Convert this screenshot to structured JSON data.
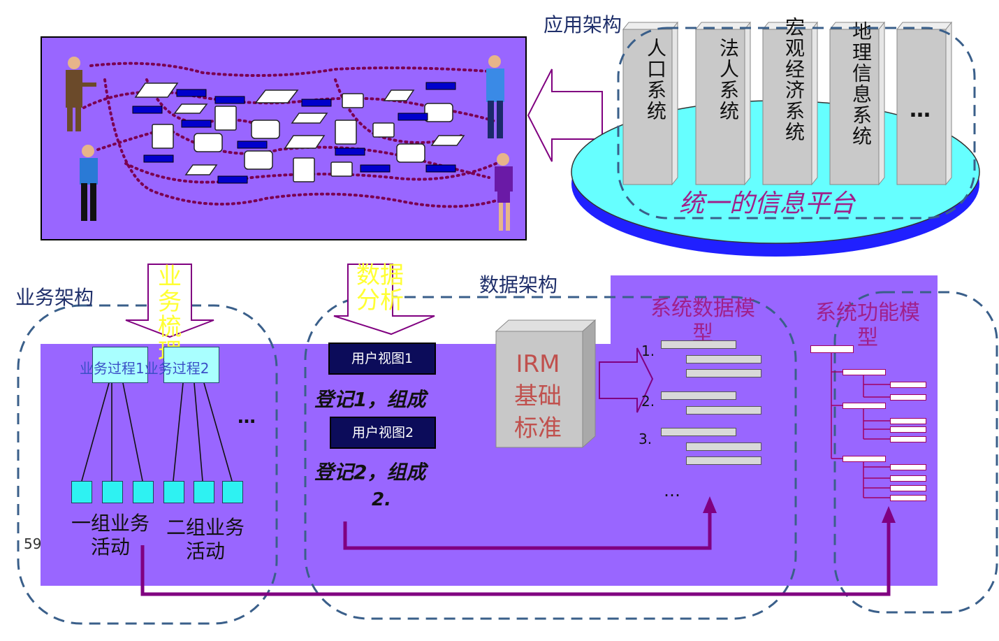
{
  "app_arch": {
    "title": "应用架构",
    "platform_label": "统一的信息平台",
    "systems": [
      "人口系统",
      "法人系统",
      "宏观经济系统",
      "地理信息系统",
      "…"
    ]
  },
  "business_arch": {
    "title": "业务架构",
    "arrow_label": "业务梳理",
    "process_label": "业务过程1业务过程2",
    "ellipsis": "…",
    "group1": "一组业务活动",
    "group2": "二组业务活动",
    "page_number": "59"
  },
  "data_arch": {
    "title": "数据架构",
    "arrow_label": "数据分析",
    "view1": "用户视图1",
    "reg1": "登记1，组成",
    "view2": "用户视图2",
    "reg2": "登记2，组成",
    "reg_more": "2.",
    "irm": "IRM基础标准",
    "sys_data_model": "系统数据模型",
    "sys_func_model": "系统功能模型",
    "list_nums": [
      "1.",
      "2.",
      "3."
    ],
    "list_more": "…"
  },
  "colors": {
    "panel_purple": "#9966ff",
    "disc_cyan": "#66ffff",
    "disc_blue": "#2020ff",
    "dash": "#3a5f8a",
    "arrow_purple": "#800080",
    "magenta_text": "#a0208a",
    "yellow_text": "#ffff33"
  }
}
